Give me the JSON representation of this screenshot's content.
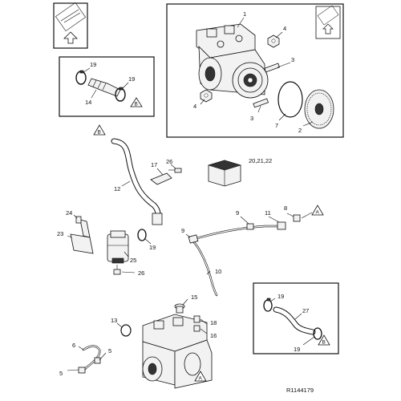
{
  "drawing_ref": "R1144179",
  "ref_labels": {
    "b_top": "B",
    "b_inset": "B",
    "b_right": "B",
    "a_mid": "A",
    "a_bottom": "A"
  },
  "callouts": {
    "c1": "1",
    "c2": "2",
    "c3a": "3",
    "c3b": "3",
    "c4a": "4",
    "c4b": "4",
    "c7": "7",
    "c19a": "19",
    "c19b": "19",
    "c14": "14",
    "c17": "17",
    "c26a": "26",
    "c12": "12",
    "c20_22": "20,21,22",
    "c24": "24",
    "c23": "23",
    "c25": "25",
    "c26b": "26",
    "c19c": "19",
    "c9a": "9",
    "c9b": "9",
    "c11": "11",
    "c8": "8",
    "c10": "10",
    "c15": "15",
    "c13": "13",
    "c18": "18",
    "c16": "16",
    "c6": "6",
    "c5a": "5",
    "c5b": "5",
    "c19d": "19",
    "c27": "27",
    "c19e": "19"
  }
}
